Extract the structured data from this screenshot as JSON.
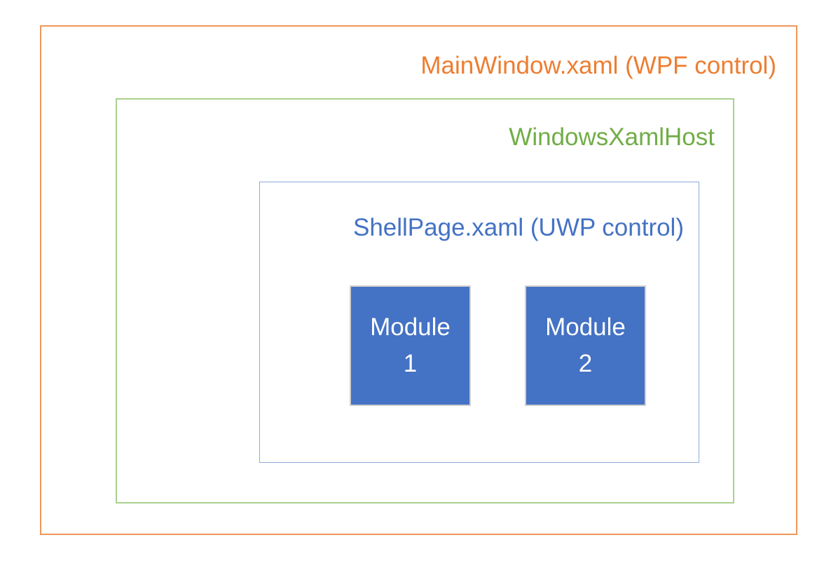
{
  "diagram": {
    "main_window": {
      "label": "MainWindow.xaml (WPF control)",
      "text_color": "#ED7D31",
      "border_color": "#F0975A"
    },
    "xaml_host": {
      "label": "WindowsXamlHost",
      "text_color": "#70AD47",
      "border_color": "#A9D18E"
    },
    "shell_page": {
      "label": "ShellPage.xaml (UWP control)",
      "text_color": "#4472C4",
      "border_color": "#8EAADB"
    },
    "modules": [
      {
        "name": "Module",
        "number": "1",
        "fill_color": "#4472C4",
        "text_color": "#FFFFFF",
        "border_color": "#D0CECE"
      },
      {
        "name": "Module",
        "number": "2",
        "fill_color": "#4472C4",
        "text_color": "#FFFFFF",
        "border_color": "#D0CECE"
      }
    ]
  }
}
